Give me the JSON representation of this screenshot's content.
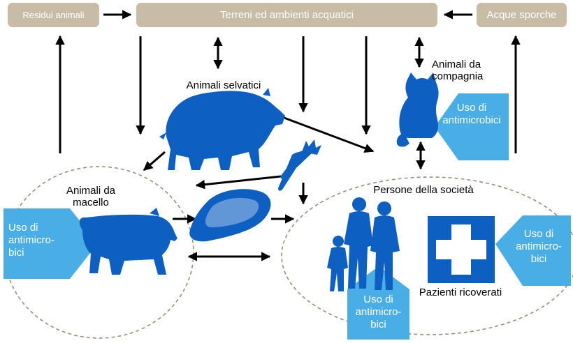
{
  "boxes": {
    "residui": "Residui animali",
    "terreni": "Terreni ed ambienti acquatici",
    "acque": "Acque sporche"
  },
  "labels": {
    "selvatici": "Animali selvatici",
    "compagnia": [
      "Animali da",
      "compagnia"
    ],
    "macello": [
      "Animali da",
      "macello"
    ],
    "persone": "Persone della società",
    "pazienti": "Pazienti ricoverati"
  },
  "uso": {
    "left": [
      "Uso di",
      "antimicro-",
      "bici"
    ],
    "right": [
      "Uso di",
      "antimicro-",
      "bici"
    ],
    "pets": [
      "Uso di",
      "antimicrobici"
    ],
    "people": [
      "Uso di",
      "antimicro-",
      "bici"
    ]
  },
  "icons": {
    "boar": "boar-icon",
    "cat": "cat-icon",
    "pig": "pig-icon",
    "carrot": "carrot-icon",
    "meat": "meat-icon",
    "family": "family-icon",
    "hospital": "hospital-cross-icon"
  },
  "colors": {
    "box": "#c9bca7",
    "animal_blue": "#0d5fc2",
    "light_blue": "#4aaee6",
    "arrow": "#000000",
    "ellipse": "#a08c78"
  }
}
